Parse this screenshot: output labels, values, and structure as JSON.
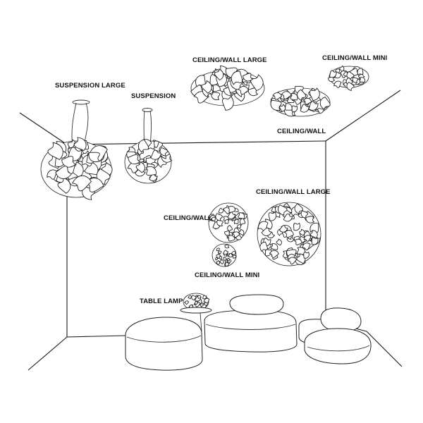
{
  "labels": {
    "suspension_large": "SUSPENSION LARGE",
    "suspension": "SUSPENSION",
    "ceiling_wall_large_top": "CEILING/WALL LARGE",
    "ceiling_wall_mini_top": "CEILING/WALL MINI",
    "ceiling_wall_top": "CEILING/WALL",
    "ceiling_wall_large_wall": "CEILING/WALL LARGE",
    "ceiling_wall_wall": "CEILING/WALL",
    "ceiling_wall_mini_wall": "CEILING/WALL MINI",
    "table_lamp": "TABLE LAMP"
  },
  "colors": {
    "line": "#222222",
    "fill": "#ffffff",
    "text": "#111111"
  }
}
